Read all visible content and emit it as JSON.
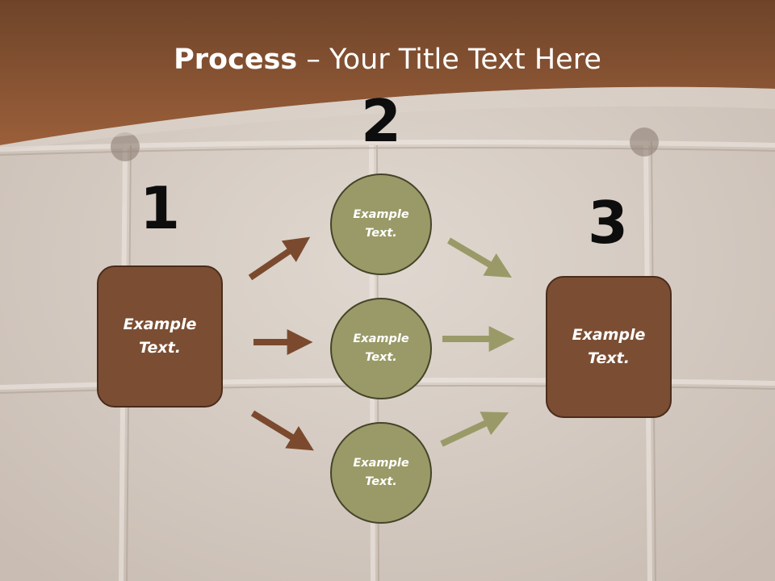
{
  "title": {
    "bold": "Process",
    "rest": " – Your Title Text Here"
  },
  "steps": [
    {
      "number": "1",
      "label": "Example Text."
    },
    {
      "number": "2",
      "labels": [
        "Example Text.",
        "Example Text.",
        "Example Text."
      ]
    },
    {
      "number": "3",
      "label": "Example Text."
    }
  ],
  "colors": {
    "header": "#8a5030",
    "box_fill": "#7b4e33",
    "circle_fill": "#9a9a68",
    "arrow_brown": "#7b4a2e",
    "arrow_olive": "#9a9a68"
  }
}
